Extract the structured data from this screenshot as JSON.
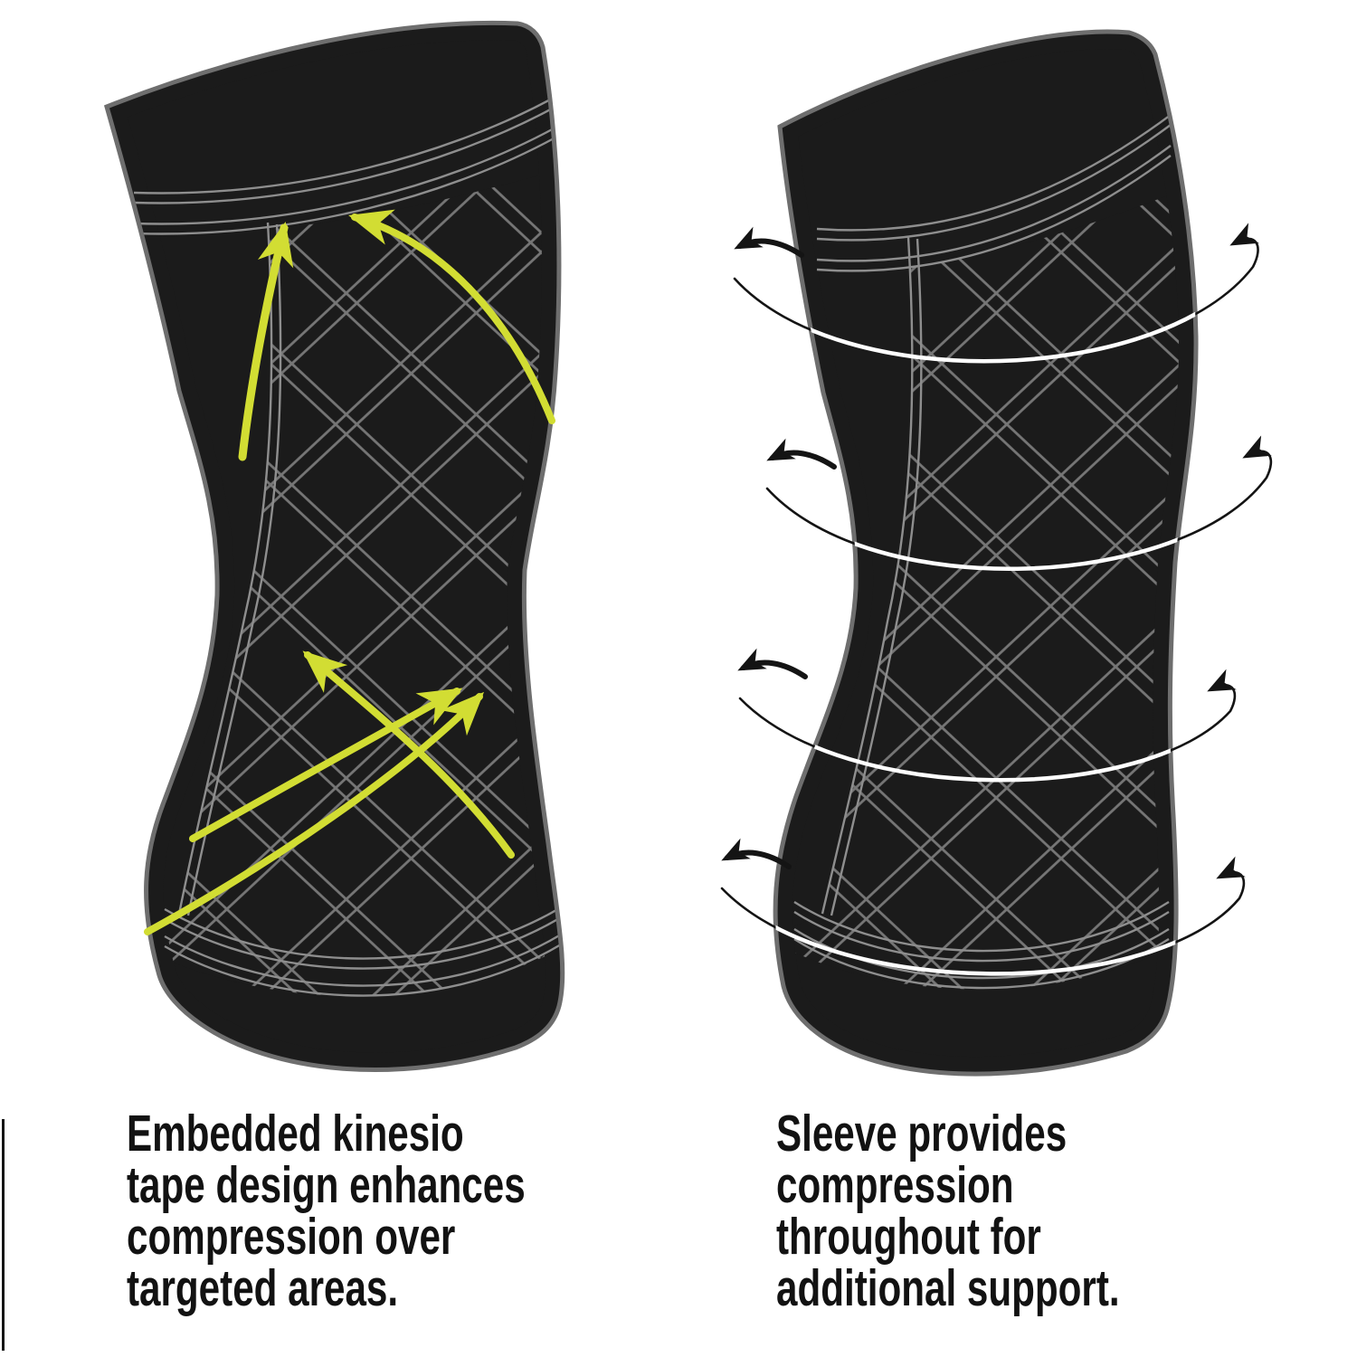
{
  "figure": {
    "left": {
      "caption": {
        "line1": "Embedded kinesio",
        "line2": "tape design enhances",
        "line3": "compression over",
        "line4": "targeted areas."
      }
    },
    "right": {
      "caption": {
        "line1": "Sleeve provides",
        "line2": "compression",
        "line3": "throughout for",
        "line4": "additional support."
      }
    }
  },
  "colors": {
    "background": "#ffffff",
    "fabric_black": "#1b1b1b",
    "outline_gray": "#6e6e6e",
    "pattern_gray": "#767676",
    "stitch_gray": "#8e8e8e",
    "accent_yellow": "#d2dd33",
    "ring_line_black": "#141414",
    "ring_line_white": "#ffffff",
    "caption_text": "#121212"
  }
}
